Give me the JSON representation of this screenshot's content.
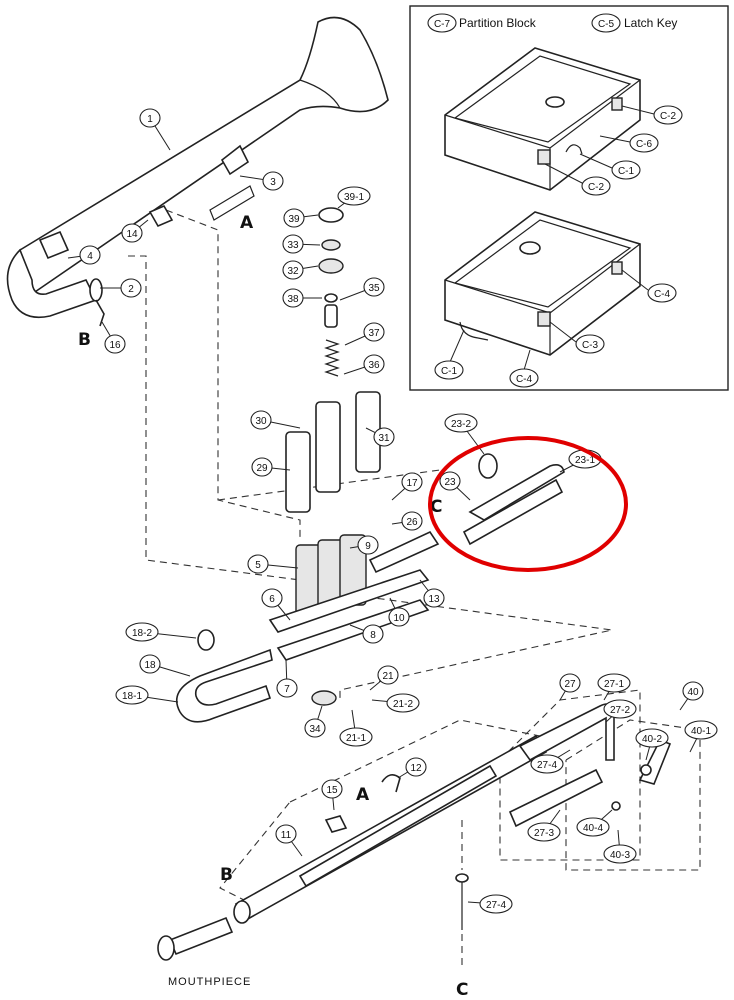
{
  "figure": {
    "highlight_color": "#e00000",
    "line_color": "#222222"
  },
  "inset": {
    "partition_block": {
      "code": "C-7",
      "label": "Partition Block"
    },
    "latch_key": {
      "code": "C-5",
      "label": "Latch Key"
    },
    "case_callouts": [
      "C-2",
      "C-6",
      "C-1",
      "C-2",
      "C-4",
      "C-3",
      "C-1",
      "C-4"
    ]
  },
  "letters": {
    "a": "A",
    "b": "B",
    "c": "C"
  },
  "mouthpiece_label": "MOUTHPIECE",
  "callouts": {
    "p1": "1",
    "p2": "2",
    "p3": "3",
    "p4": "4",
    "p5": "5",
    "p6": "6",
    "p7": "7",
    "p8": "8",
    "p9": "9",
    "p10": "10",
    "p11": "11",
    "p12": "12",
    "p13": "13",
    "p14": "14",
    "p15": "15",
    "p16": "16",
    "p17": "17",
    "p18": "18",
    "p18_1": "18-1",
    "p18_2": "18-2",
    "p21": "21",
    "p21_1": "21-1",
    "p21_2": "21-2",
    "p23": "23",
    "p23_1": "23-1",
    "p23_2": "23-2",
    "p26": "26",
    "p27": "27",
    "p27_1": "27-1",
    "p27_2": "27-2",
    "p27_3": "27-3",
    "p27_4a": "27-4",
    "p27_4b": "27-4",
    "p29": "29",
    "p30": "30",
    "p31": "31",
    "p32": "32",
    "p33": "33",
    "p34": "34",
    "p35": "35",
    "p36": "36",
    "p37": "37",
    "p38": "38",
    "p39": "39",
    "p39_1": "39-1",
    "p40": "40",
    "p40_1": "40-1",
    "p40_2": "40-2",
    "p40_3": "40-3",
    "p40_4": "40-4"
  }
}
